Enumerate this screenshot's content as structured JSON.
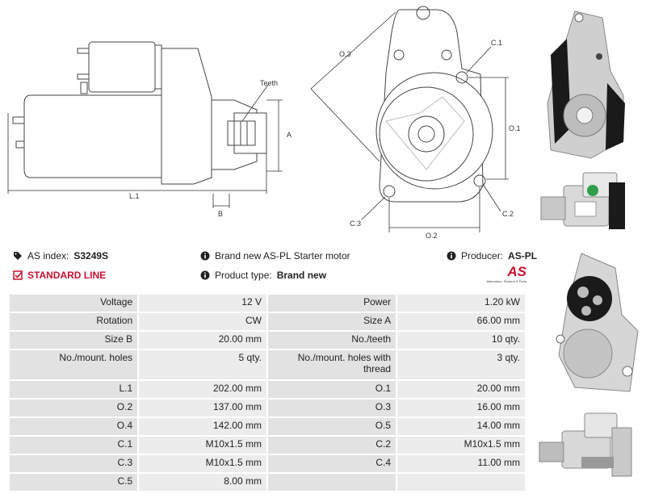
{
  "drawing": {
    "labels": {
      "teeth": "Teeth",
      "a": "A",
      "b": "B",
      "l1": "L.1",
      "o1": "O.1",
      "o2": "O.2",
      "o3": "O.3",
      "c1": "C.1",
      "c2": "C.2",
      "c3": "C.3"
    }
  },
  "info": {
    "as_index_label": "AS index:",
    "as_index_value": "S3249S",
    "standard_line": "STANDARD LINE",
    "brand_text": "Brand new AS-PL Starter motor",
    "product_type_label": "Product type:",
    "product_type_value": "Brand new",
    "producer_label": "Producer:",
    "producer_value": "AS-PL",
    "logo_text": "AS",
    "logo_subtext": "Alternators, Starters & Parts"
  },
  "colors": {
    "accent_red": "#c8102e",
    "cell_bg": "#ececec",
    "label_bg": "#e2e2e2"
  },
  "specs": [
    {
      "l1": "Voltage",
      "v1": "12 V",
      "l2": "Power",
      "v2": "1.20 kW"
    },
    {
      "l1": "Rotation",
      "v1": "CW",
      "l2": "Size A",
      "v2": "66.00 mm"
    },
    {
      "l1": "Size B",
      "v1": "20.00 mm",
      "l2": "No./teeth",
      "v2": "10 qty."
    },
    {
      "l1": "No./mount. holes",
      "v1": "5 qty.",
      "l2": "No./mount. holes with thread",
      "v2": "3 qty."
    },
    {
      "l1": "L.1",
      "v1": "202.00 mm",
      "l2": "O.1",
      "v2": "20.00 mm"
    },
    {
      "l1": "O.2",
      "v1": "137.00 mm",
      "l2": "O.3",
      "v2": "16.00 mm"
    },
    {
      "l1": "O.4",
      "v1": "142.00 mm",
      "l2": "O.5",
      "v2": "14.00 mm"
    },
    {
      "l1": "C.1",
      "v1": "M10x1.5 mm",
      "l2": "C.2",
      "v2": "M10x1.5 mm"
    },
    {
      "l1": "C.3",
      "v1": "M10x1.5 mm",
      "l2": "C.4",
      "v2": "11.00 mm"
    },
    {
      "l1": "C.5",
      "v1": "8.00 mm",
      "l2": "",
      "v2": ""
    }
  ]
}
